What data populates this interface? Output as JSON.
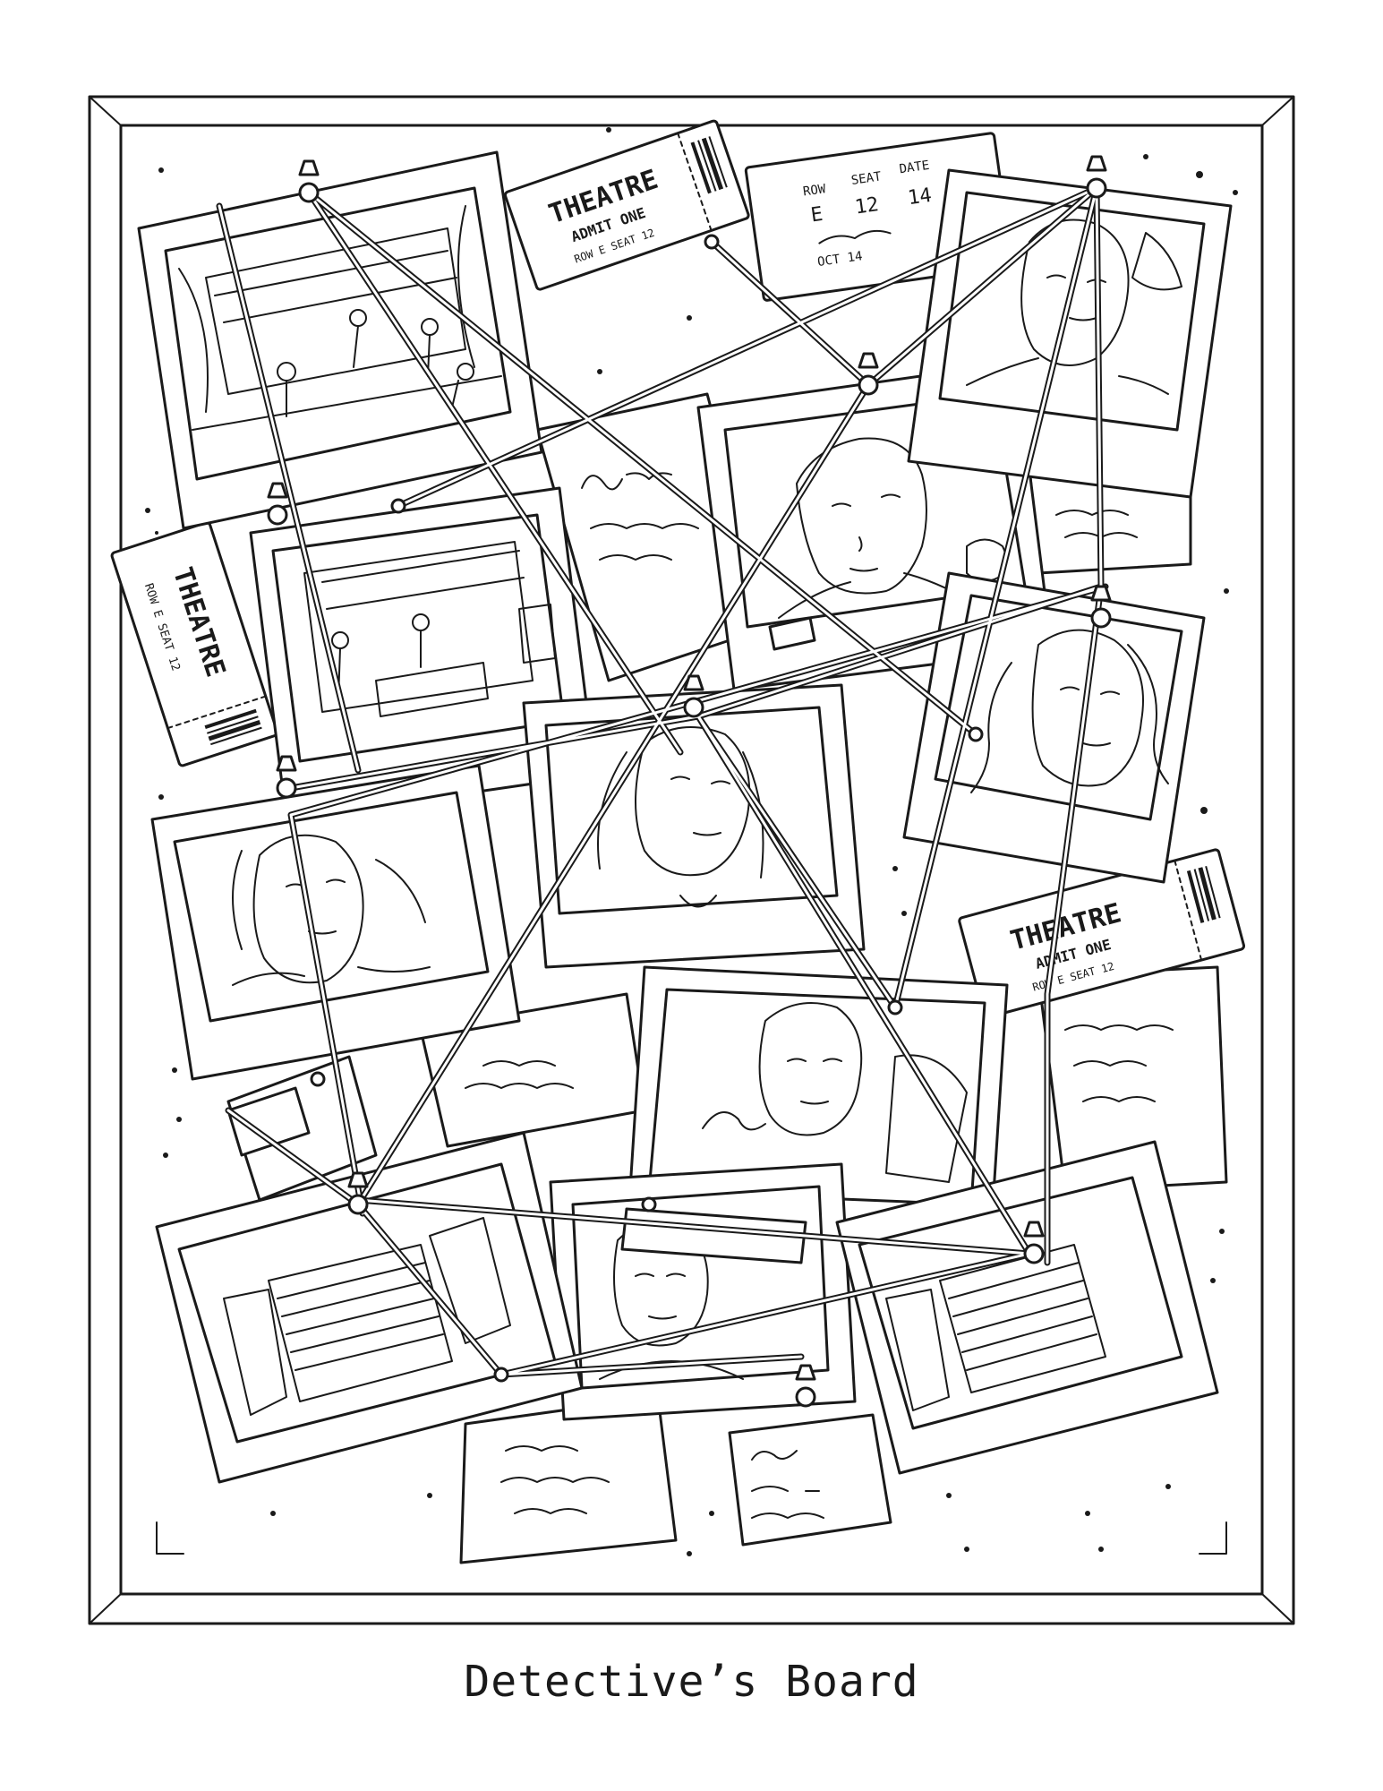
{
  "caption": "Detective’s Board",
  "tickets": [
    {
      "title": "THEATRE",
      "sub": "ADMIT ONE",
      "row_line": "ROW E SEAT 12"
    },
    {
      "title": "THEATRE",
      "sub": "",
      "row_line": "ROW E SEAT 12"
    },
    {
      "title": "THEATRE",
      "sub": "ADMIT ONE",
      "row_line": "ROW E SEAT 12"
    },
    {
      "row_label": "ROW",
      "seat_label": "SEAT",
      "date_label": "DATE",
      "row": "E",
      "seat": "12",
      "date": "14",
      "month": "OCT 14"
    }
  ],
  "colors": {
    "ink": "#1a1a1a",
    "paper": "#ffffff"
  }
}
